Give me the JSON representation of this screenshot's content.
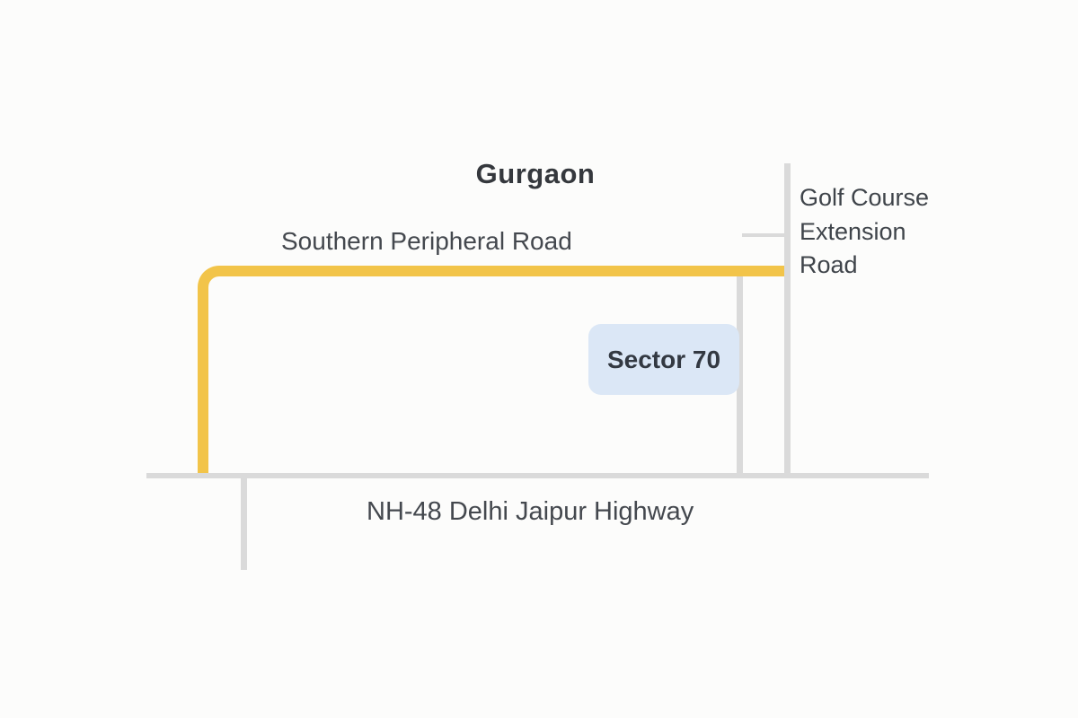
{
  "map": {
    "title": "Gurgaon",
    "labels": {
      "southern_peripheral_road": "Southern Peripheral Road",
      "golf_course_extension_road": "Golf Course Extension Road",
      "sector_70": "Sector 70",
      "nh48_delhi_jaipur_highway": "NH-48 Delhi Jaipur Highway"
    },
    "colors": {
      "background": "#FCFCFB",
      "road_yellow": "#F2C449",
      "road_gray": "#DADADA",
      "sector_box_bg": "#DBE7F6",
      "text_dark": "#44484E",
      "text_title": "#35383D"
    }
  }
}
